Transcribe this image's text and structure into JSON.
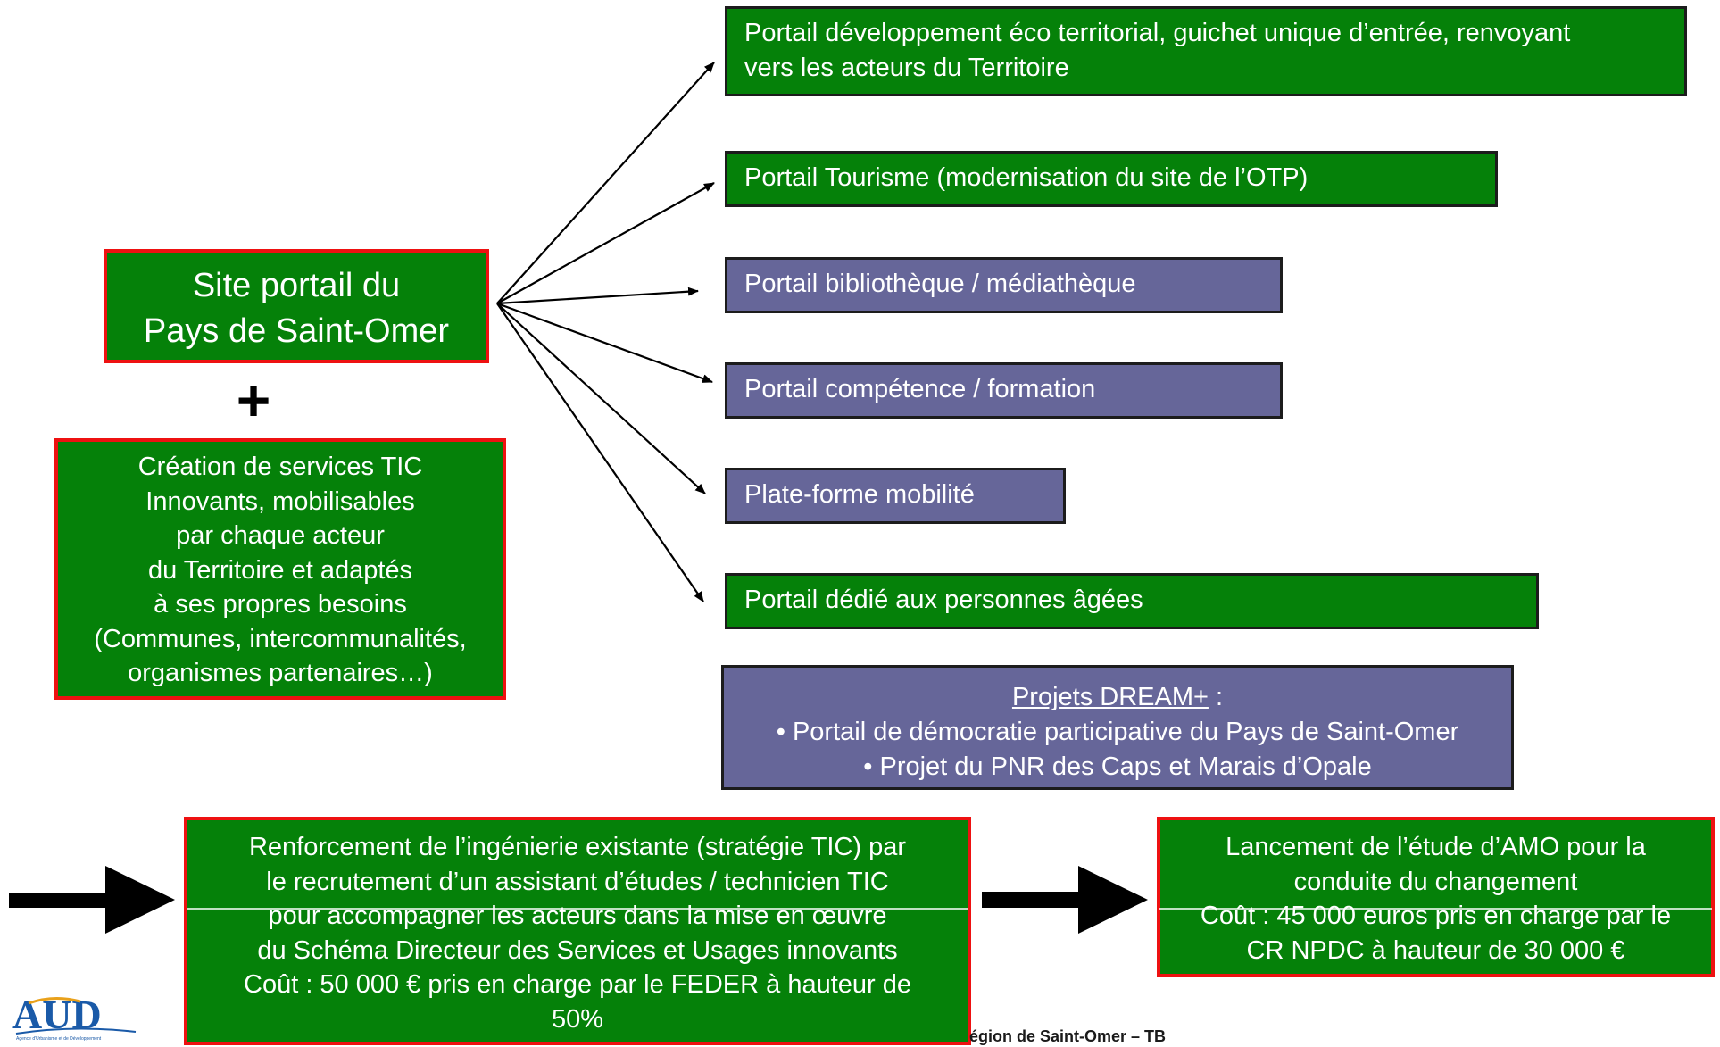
{
  "hub": {
    "lines": [
      "Site portail du",
      "Pays de Saint-Omer"
    ]
  },
  "plus_symbol": "+",
  "services": {
    "lines": [
      "Création de services TIC",
      "Innovants, mobilisables",
      "par chaque acteur",
      "du Territoire et adaptés",
      "à ses propres besoins",
      "(Communes, intercommunalités,",
      "organismes partenaires…)"
    ]
  },
  "portals": [
    {
      "lines": [
        "Portail développement éco territorial, guichet unique d’entrée, renvoyant",
        "vers les acteurs du Territoire"
      ],
      "color": "#058109"
    },
    {
      "lines": [
        "Portail Tourisme (modernisation du site de l’OTP)"
      ],
      "color": "#058109"
    },
    {
      "lines": [
        "Portail bibliothèque / médiathèque"
      ],
      "color": "#666699"
    },
    {
      "lines": [
        "Portail compétence / formation"
      ],
      "color": "#666699"
    },
    {
      "lines": [
        "Plate-forme mobilité"
      ],
      "color": "#666699"
    },
    {
      "lines": [
        "Portail dédié aux personnes âgées"
      ],
      "color": "#058109"
    }
  ],
  "dream": {
    "title": "Projets DREAM+",
    "title_suffix": " :",
    "items": [
      "• Portail de démocratie participative du Pays de Saint-Omer",
      "• Projet du PNR des Caps et Marais d’Opale"
    ]
  },
  "engineering": {
    "lines": [
      "Renforcement de l’ingénierie existante (stratégie TIC) par",
      "le recrutement d’un assistant d’études / technicien TIC",
      "pour accompagner les acteurs dans la mise en œuvre",
      "du Schéma Directeur des Services et Usages innovants",
      "Coût : 50 000 € pris en charge par le FEDER à hauteur de",
      "50%"
    ]
  },
  "amo": {
    "lines": [
      "Lancement de l’étude d’AMO pour la",
      "conduite du changement",
      "Coût : 45 000 euros pris en charge par le",
      "CR NPDC à hauteur de 30 000 €"
    ]
  },
  "footer_text": "égion de Saint-Omer – TB",
  "logo": {
    "text": "AUD",
    "subtitle": "Agence d'Urbanisme et de Développement"
  },
  "colors": {
    "green": "#058109",
    "purple": "#666699",
    "red_border": "#ee1111"
  }
}
